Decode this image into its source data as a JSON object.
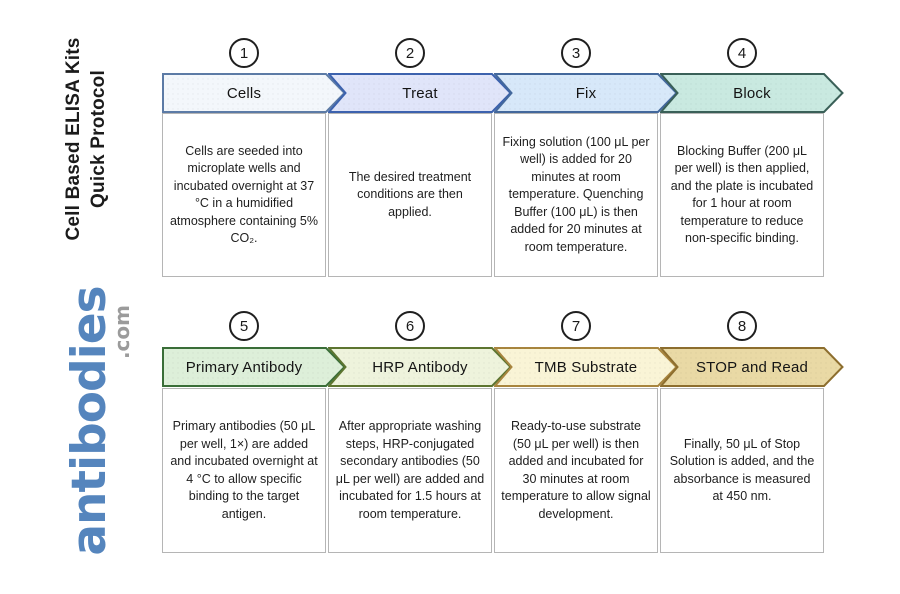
{
  "page": {
    "background": "#ffffff"
  },
  "branding": {
    "vertical_title_line1": "Cell Based ELISA Kits",
    "vertical_title_line2": "Quick Protocol",
    "logo_text": "antibodies",
    "logo_suffix": ".com",
    "logo_color": "#5585bd",
    "logo_suffix_color": "#9b9b9b"
  },
  "steps": [
    {
      "number": "1",
      "title": "Cells",
      "description": "Cells are seeded into microplate wells and incubated overnight at 37 °C in a humidified atmosphere containing 5% CO₂.",
      "fill": "#f3f7fb",
      "border": "#5c7ba6"
    },
    {
      "number": "2",
      "title": "Treat",
      "description": "The desired treatment conditions are then applied.",
      "fill": "#e0e5f9",
      "border": "#3c62ae"
    },
    {
      "number": "3",
      "title": "Fix",
      "description": "Fixing solution (100 μL per well) is added for 20 minutes at room temperature. Quenching Buffer (100 μL) is then added for 20 minutes at room temperature.",
      "fill": "#d7e8f9",
      "border": "#43689c"
    },
    {
      "number": "4",
      "title": "Block",
      "description": "Blocking Buffer (200 μL per well) is then applied, and the plate is incubated for 1 hour at room temperature to reduce non-specific binding.",
      "fill": "#c9e9e0",
      "border": "#3a6058"
    },
    {
      "number": "5",
      "title": "Primary Antibody",
      "description": "Primary antibodies (50 μL per well, 1×) are added and incubated overnight at 4 °C to allow specific binding to the target antigen.",
      "fill": "#ddefd9",
      "border": "#3a6e38"
    },
    {
      "number": "6",
      "title": "HRP Antibody",
      "description": "After appropriate washing steps, HRP-conjugated secondary antibodies (50 μL per well) are added and incubated for 1.5 hours at room temperature.",
      "fill": "#eef3dc",
      "border": "#5d7530"
    },
    {
      "number": "7",
      "title": "TMB Substrate",
      "description": "Ready-to-use substrate (50 μL per well) is then added and incubated for 30 minutes at room temperature to allow signal development.",
      "fill": "#f9f4d6",
      "border": "#a8853e"
    },
    {
      "number": "8",
      "title": "STOP and Read",
      "description": "Finally, 50 μL of Stop Solution is added, and the absorbance is measured at 450 nm.",
      "fill": "#e9d9a5",
      "border": "#8d6e2e"
    }
  ]
}
